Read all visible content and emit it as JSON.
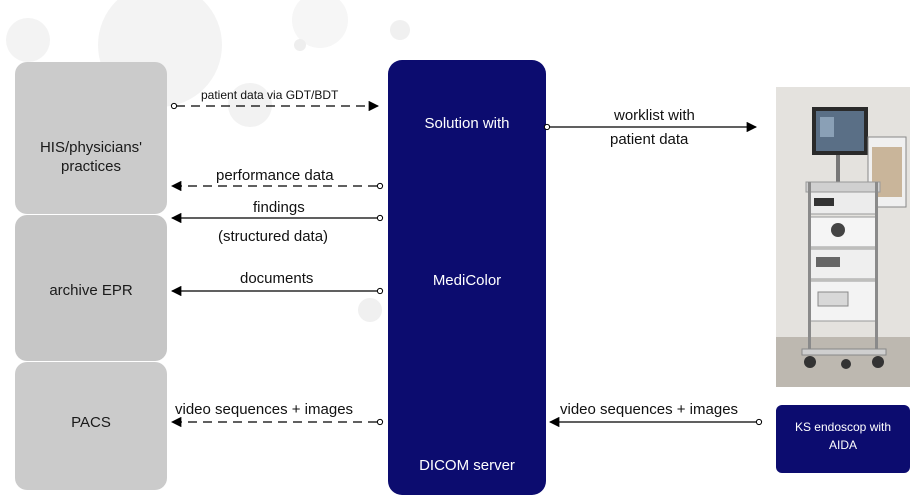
{
  "left_column": {
    "his_label": "HIS/physicians' practices",
    "archive_label": "archive EPR",
    "pacs_label": "PACS"
  },
  "center_box": {
    "line1": "Solution with",
    "line2": "MediColor",
    "line3": "DICOM server"
  },
  "device": {
    "photo_description_icon": "endoscopy-tower-photo",
    "box_line1": "KS endoscop with",
    "box_line2": "AIDA"
  },
  "flows": {
    "patient_data": "patient data via GDT/BDT",
    "worklist_line1": "worklist with",
    "worklist_line2": "patient data",
    "performance": "performance data",
    "findings_line1": "findings",
    "findings_line2": "(structured data)",
    "documents": "documents",
    "video_left": "video sequences + images",
    "video_right": "video sequences + images"
  },
  "colors": {
    "navy": "#0c0c6f",
    "left_panel": "#c6c6c6",
    "arrow": "#000000"
  }
}
